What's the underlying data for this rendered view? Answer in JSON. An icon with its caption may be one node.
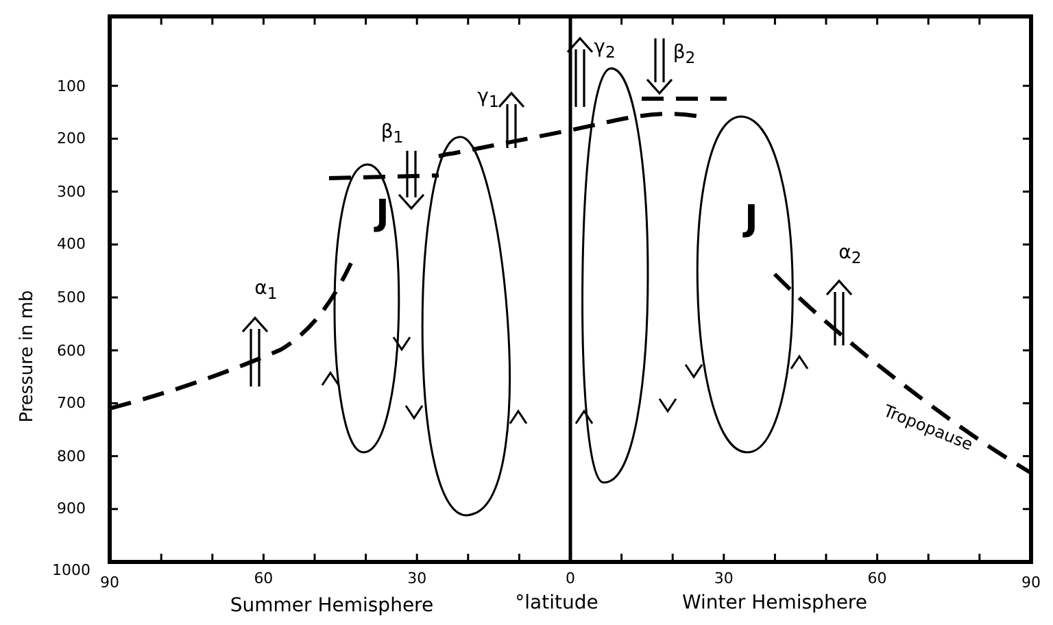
{
  "diagram": {
    "labels": [
      "β$_{1}$",
      "γ$_{1}$",
      "γ$_{2}$",
      "β$_{2}$",
      "α$_{1}$",
      "α$_{2}$",
      "J",
      "J",
      "Tropopause",
      "100",
      "200",
      "300",
      "400",
      "500",
      "600",
      "700",
      "800",
      "900",
      "1000",
      "Pressure in mb",
      "90",
      "60",
      "30",
      "0",
      "30",
      "60",
      "90",
      "Summer Hemisphere",
      "°latitude",
      "Winter Hemisphere"
    ]
  }
}
